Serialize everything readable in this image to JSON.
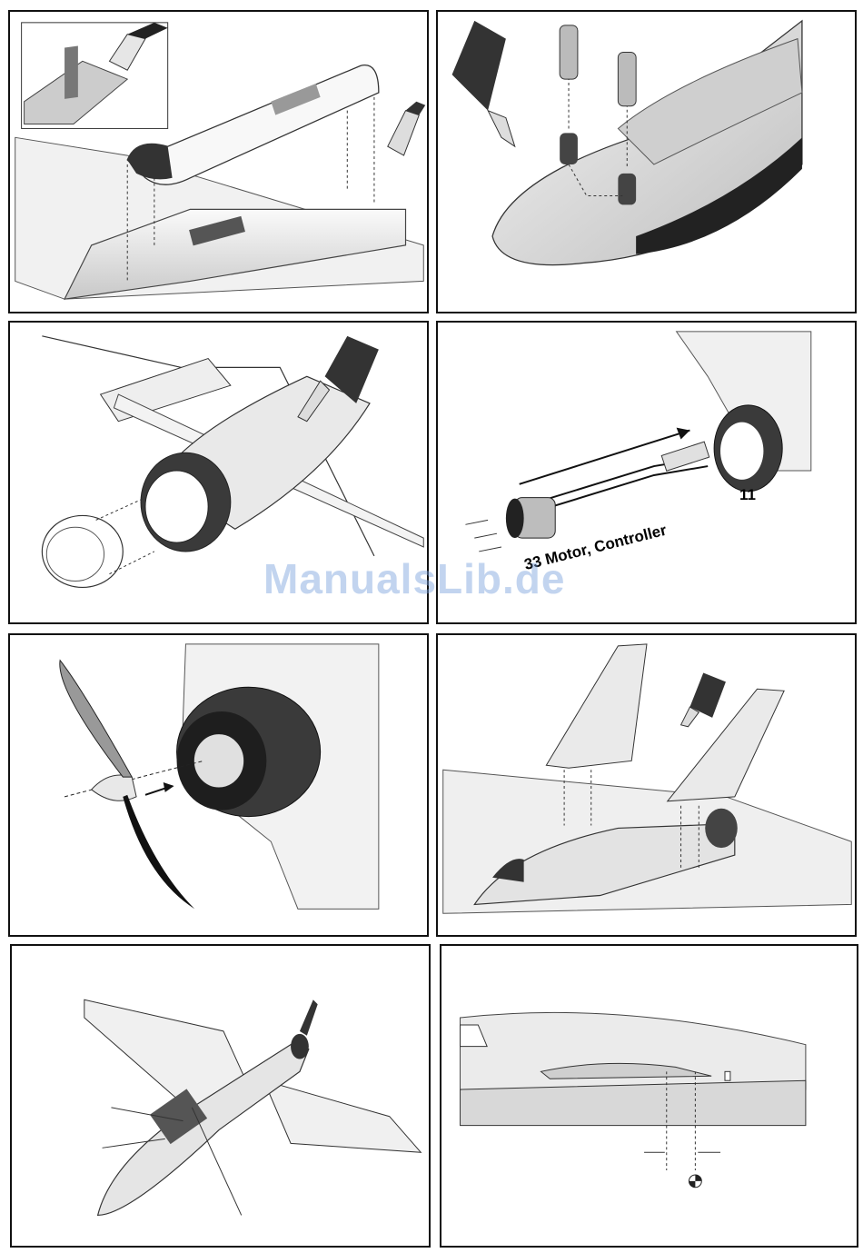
{
  "page": {
    "watermark": "ManualsLib.de"
  },
  "panels": [
    {
      "id": "p1",
      "name": "canopy-hatch-gluing"
    },
    {
      "id": "p2",
      "name": "nose-hooks-gluing"
    },
    {
      "id": "p3",
      "name": "motor-mount-gluing"
    },
    {
      "id": "p4",
      "name": "motor-controller-install",
      "labels": [
        "33",
        "Motor, Controller",
        "11"
      ]
    },
    {
      "id": "p5",
      "name": "propeller-mount"
    },
    {
      "id": "p6",
      "name": "fins-gluing"
    },
    {
      "id": "p7",
      "name": "completed-model"
    },
    {
      "id": "p8",
      "name": "center-of-gravity"
    }
  ],
  "icons": [
    "glue-bottle-icon",
    "arrow-icon",
    "cg-marker-icon"
  ]
}
